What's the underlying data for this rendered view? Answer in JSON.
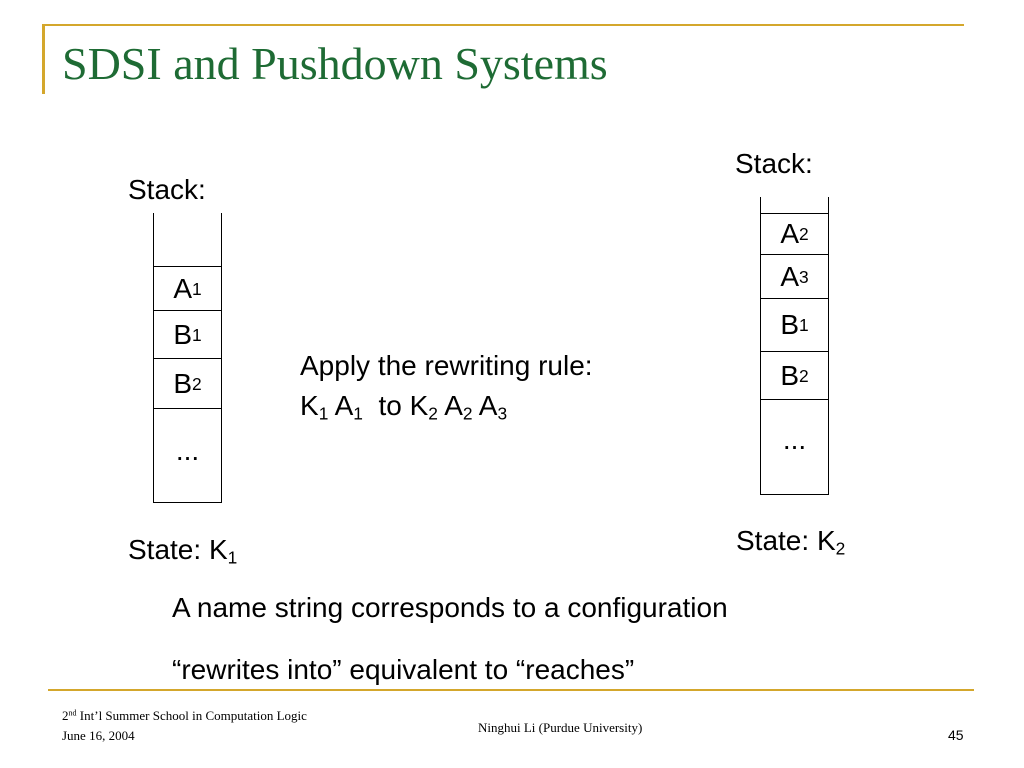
{
  "title": "SDSI and Pushdown Systems",
  "left_stack": {
    "label": "Stack:",
    "cells": [
      {
        "main": "A",
        "sub": "1"
      },
      {
        "main": "B",
        "sub": "1"
      },
      {
        "main": "B",
        "sub": "2"
      },
      {
        "main": "...",
        "sub": ""
      }
    ],
    "state_label": "State:  K",
    "state_sub": "1"
  },
  "rule": {
    "line1": "Apply the rewriting rule:",
    "line2": [
      {
        "main": "K",
        "sub": "1"
      },
      {
        "main": " A",
        "sub": "1"
      },
      {
        "main": "  to K",
        "sub": "2"
      },
      {
        "main": " A",
        "sub": "2"
      },
      {
        "main": " A",
        "sub": "3"
      }
    ]
  },
  "right_stack": {
    "label": "Stack:",
    "cells": [
      {
        "main": "A",
        "sub": "2"
      },
      {
        "main": "A",
        "sub": "3"
      },
      {
        "main": "B",
        "sub": "1"
      },
      {
        "main": "B",
        "sub": "2"
      },
      {
        "main": "...",
        "sub": ""
      }
    ],
    "state_label": "State: K",
    "state_sub": "2"
  },
  "bottom_text": {
    "line1": "A name string corresponds to a configuration",
    "line2": "“rewrites into” equivalent to “reaches”"
  },
  "footer": {
    "event_prefix": "2",
    "event_sup": "nd",
    "event_rest": " Int’l Summer School in Computation Logic",
    "date": "June 16, 2004",
    "author": "Ninghui Li (Purdue University)",
    "page_number": "45"
  },
  "colors": {
    "title": "#1e6b34",
    "accent_rule": "#d4a72c"
  }
}
